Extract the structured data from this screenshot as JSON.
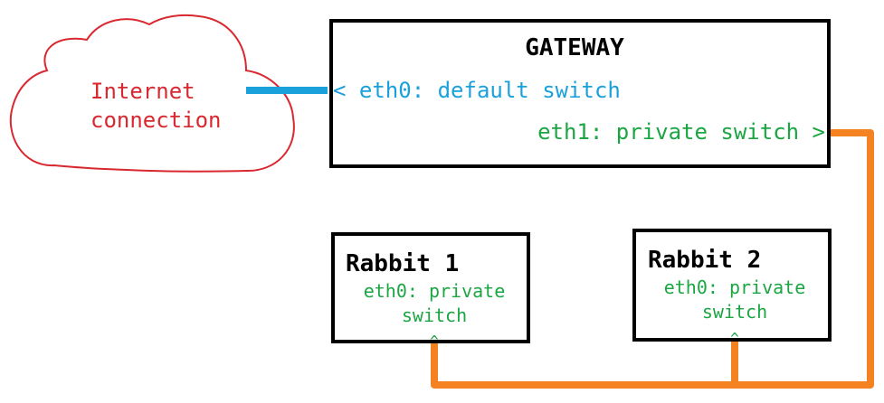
{
  "colors": {
    "cloud_stroke": "#d9282f",
    "cloud_text": "#d9282f",
    "default_switch": "#1aa1dc",
    "private_switch": "#1ba643",
    "private_wire": "#f58220",
    "box_stroke": "#000000"
  },
  "cloud": {
    "line1": "Internet",
    "line2": "connection"
  },
  "gateway": {
    "title": "GATEWAY",
    "eth0": "< eth0: default switch",
    "eth1": "eth1: private switch >"
  },
  "rabbit1": {
    "title": "Rabbit 1",
    "eth0_line1": "eth0: private",
    "eth0_line2": "switch",
    "port": "^"
  },
  "rabbit2": {
    "title": "Rabbit 2",
    "eth0_line1": "eth0: private",
    "eth0_line2": "switch",
    "port": "^"
  }
}
